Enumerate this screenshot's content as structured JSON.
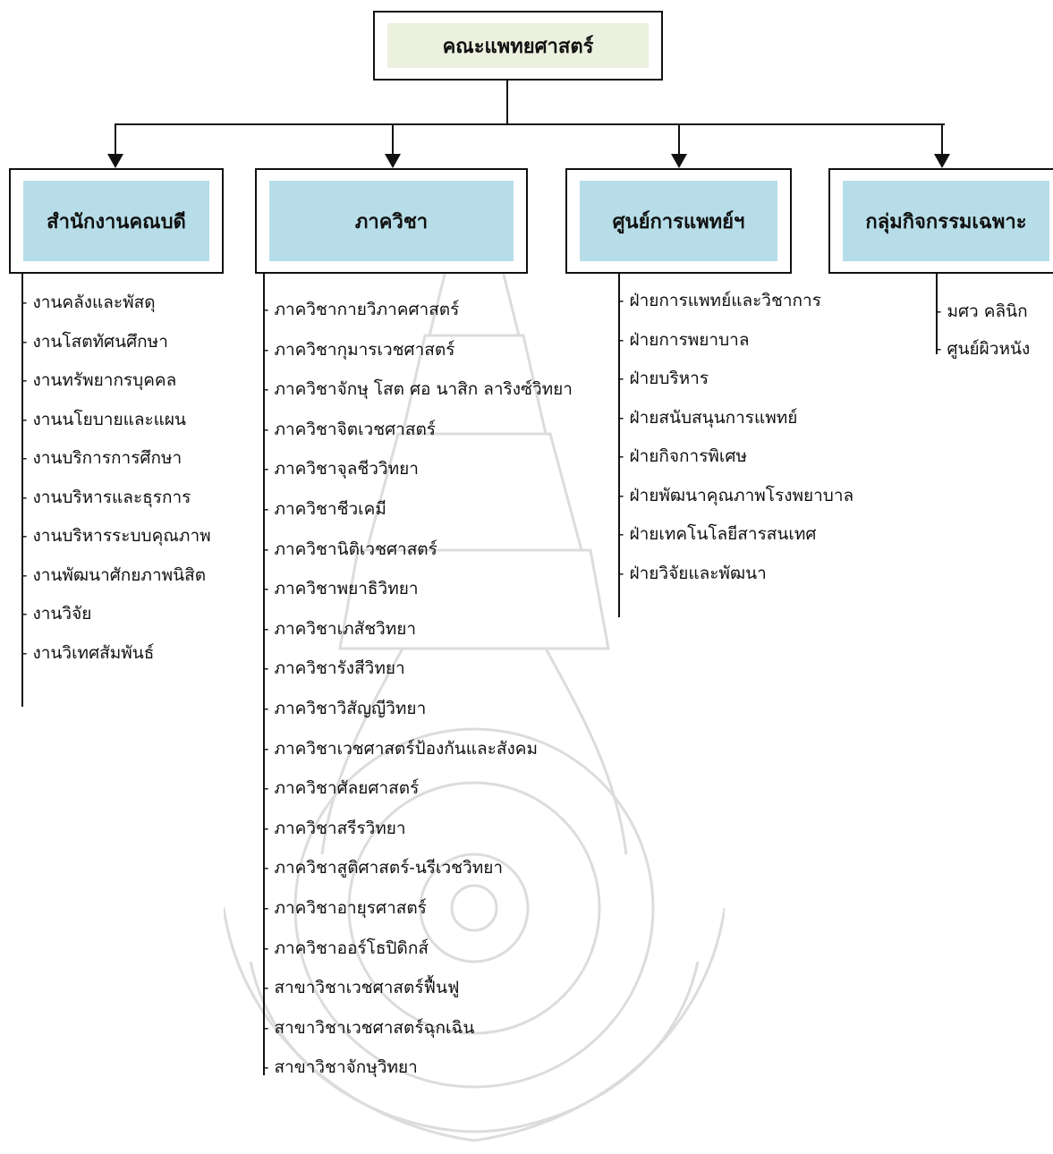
{
  "root": {
    "label": "คณะแพทยศาสตร์"
  },
  "colors": {
    "root_fill": "#ebf1de",
    "dept_fill": "#b7dde8",
    "line": "#111111"
  },
  "groups": [
    {
      "label": "สำนักงานคณบดี",
      "items": [
        "- งานคลังและพัสดุ",
        "- งานโสตทัศนศึกษา",
        "- งานทรัพยากรบุคคล",
        "- งานนโยบายและแผน",
        "- งานบริการการศึกษา",
        "- งานบริหารและธุรการ",
        "- งานบริหารระบบคุณภาพ",
        "- งานพัฒนาศักยภาพนิสิต",
        "- งานวิจัย",
        "- งานวิเทศสัมพันธ์"
      ]
    },
    {
      "label": "ภาควิชา",
      "items": [
        "- ภาควิชากายวิภาคศาสตร์",
        "- ภาควิชากุมารเวชศาสตร์",
        "- ภาควิชาจักษุ โสต ศอ นาสิก ลาริงซ์วิทยา",
        "- ภาควิชาจิตเวชศาสตร์",
        "- ภาควิชาจุลชีววิทยา",
        "- ภาควิชาชีวเคมี",
        "- ภาควิชานิติเวชศาสตร์",
        "- ภาควิชาพยาธิวิทยา",
        "- ภาควิชาเภสัชวิทยา",
        "- ภาควิชารังสีวิทยา",
        "- ภาควิชาวิสัญญีวิทยา",
        "- ภาควิชาเวชศาสตร์ป้องกันและสังคม",
        "- ภาควิชาศัลยศาสตร์",
        "- ภาควิชาสรีรวิทยา",
        "- ภาควิชาสูติศาสตร์-นรีเวชวิทยา",
        "- ภาควิชาอายุรศาสตร์",
        "- ภาควิชาออร์โธปิดิกส์",
        "- สาขาวิชาเวชศาสตร์ฟื้นฟู",
        "- สาขาวิชาเวชศาสตร์ฉุกเฉิน",
        "- สาขาวิชาจักษุวิทยา"
      ]
    },
    {
      "label": "ศูนย์การแพทย์ฯ",
      "items": [
        "- ฝ่ายการแพทย์และวิชาการ",
        "- ฝ่ายการพยาบาล",
        "- ฝ่ายบริหาร",
        "- ฝ่ายสนับสนุนการแพทย์",
        "- ฝ่ายกิจการพิเศษ",
        "- ฝ่ายพัฒนาคุณภาพโรงพยาบาล",
        "- ฝ่ายเทคโนโลยีสารสนเทศ",
        "- ฝ่ายวิจัยและพัฒนา"
      ]
    },
    {
      "label": "กลุ่มกิจกรรมเฉพาะ",
      "items": [
        "- มศว คลินิก",
        "- ศูนย์ผิวหนัง"
      ]
    }
  ]
}
